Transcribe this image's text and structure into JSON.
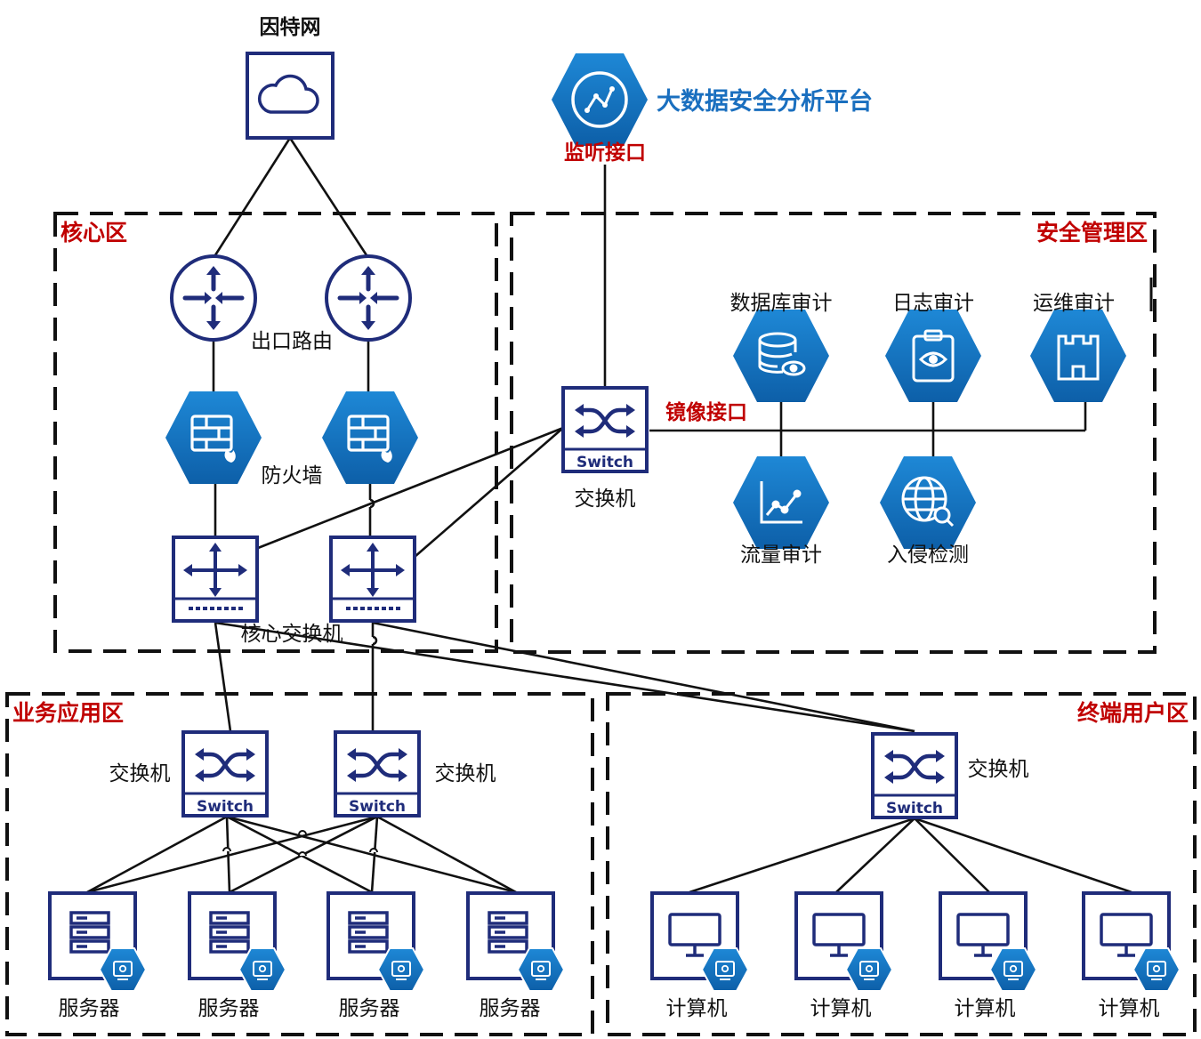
{
  "internet": {
    "label": "因特网"
  },
  "bigdata": {
    "label": "大数据安全分析平台",
    "port_label": "监听接口"
  },
  "zones": {
    "core": "核心区",
    "security": "安全管理区",
    "business": "业务应用区",
    "terminal": "终端用户区"
  },
  "core": {
    "router_label": "出口路由",
    "firewall_label": "防火墙",
    "core_switch_label": "核心交换机"
  },
  "security": {
    "switch_label": "交换机",
    "mirror_port_label": "镜像接口",
    "tools": [
      "数据库审计",
      "日志审计",
      "运维审计",
      "流量审计",
      "入侵检测"
    ]
  },
  "business": {
    "switch_labels": [
      "交换机",
      "交换机"
    ],
    "server_labels": [
      "服务器",
      "服务器",
      "服务器",
      "服务器"
    ]
  },
  "terminal": {
    "switch_label": "交换机",
    "computer_labels": [
      "计算机",
      "计算机",
      "计算机",
      "计算机"
    ]
  },
  "switch_badge": "Switch",
  "colors": {
    "navy": "#1f2c7a",
    "hex_blue": "#1a73c2",
    "zone_red": "#c00000",
    "title_blue": "#1a6fbf"
  }
}
